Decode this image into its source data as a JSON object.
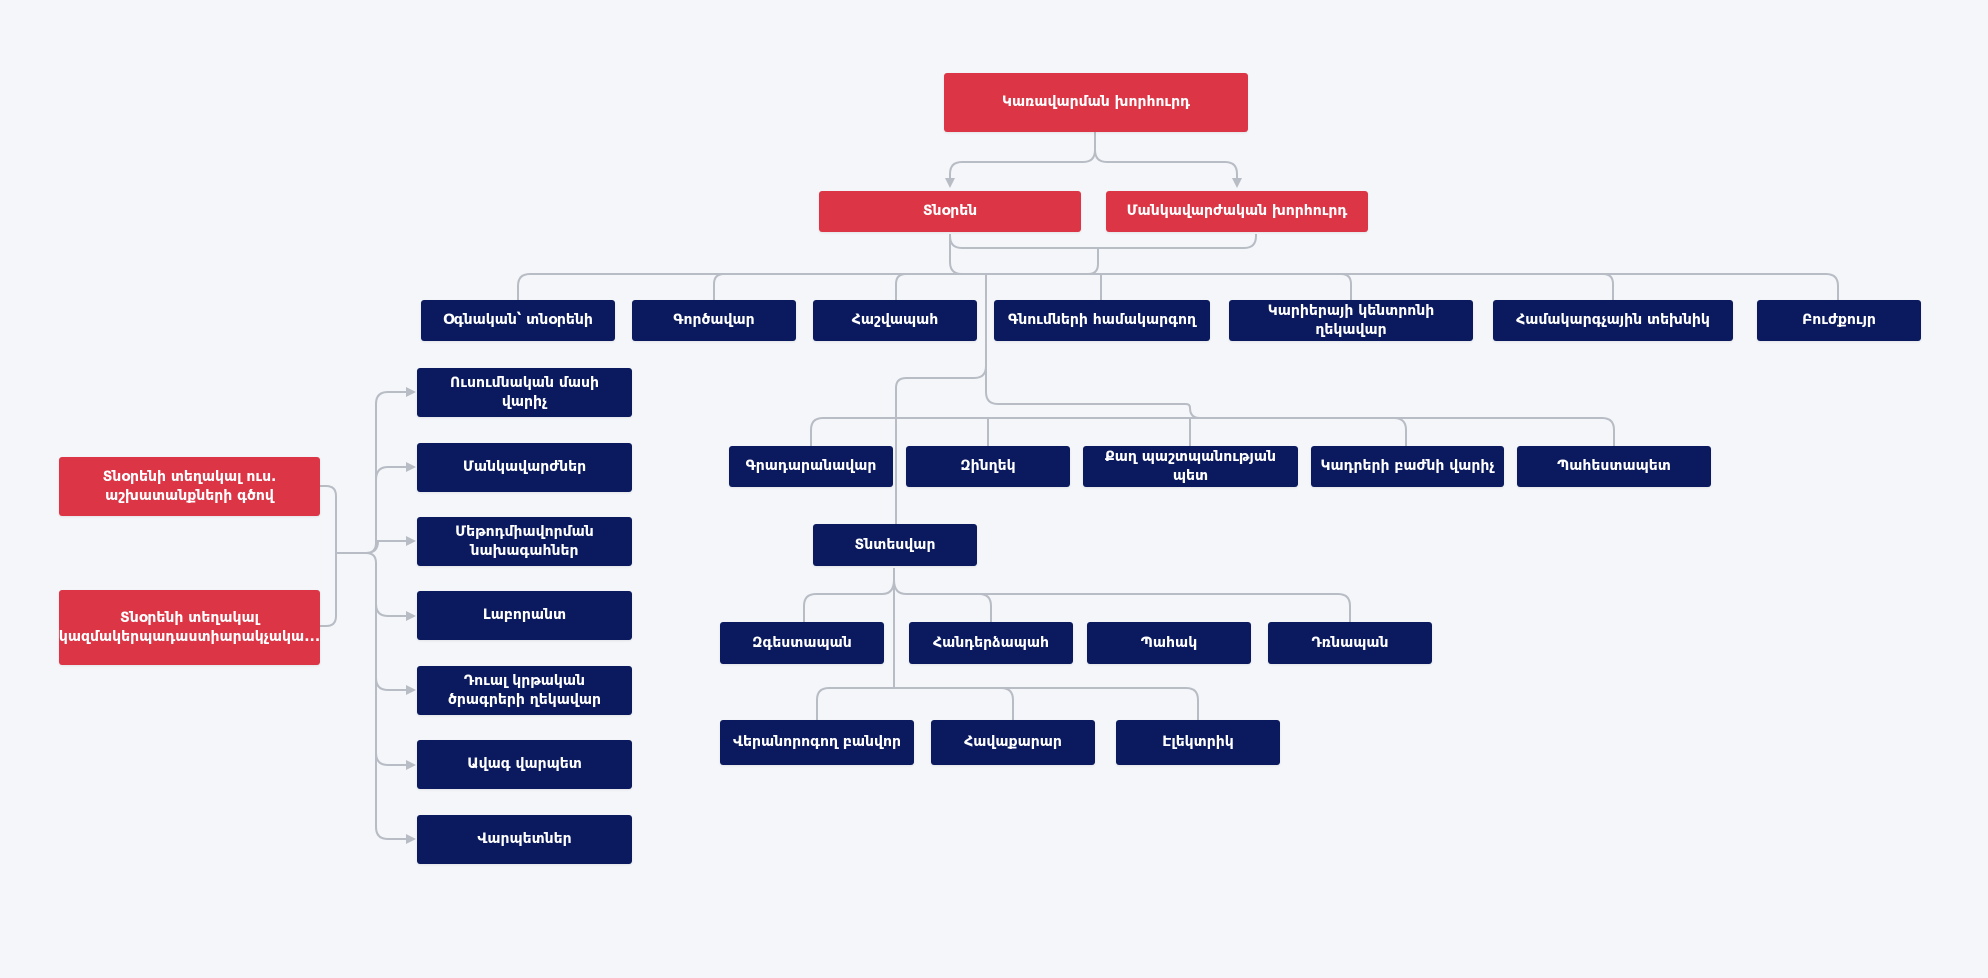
{
  "colors": {
    "red": "#dc3545",
    "navy": "#0b1a5e",
    "connector": "#b8bcc4",
    "background": "#f4f6fa"
  },
  "org": {
    "board": "Կառավարման խորհուրդ",
    "director": "Տնօրեն",
    "pedagogical_council": "Մանկավարժական խորհուրդ",
    "row2": {
      "assistant_director": "Օգնական՝ տնօրենի",
      "office_manager": "Գործավար",
      "accountant": "Հաշվապահ",
      "procurement_coordinator": "Գնումների համակարգող",
      "career_center_head": "Կարիերայի կենտրոնի ղեկավար",
      "it_technician": "Համակարգչային տեխնիկ",
      "nurse": "Բուժքույր"
    },
    "row3": {
      "librarian": "Գրադարանավար",
      "military_instructor": "Զինղեկ",
      "civil_defense_head": "Քաղ պաշտպանության պետ",
      "hr_head": "Կադրերի բաժնի վարիչ",
      "guard_chief": "Պահեստապետ"
    },
    "housekeeper": "Տնտեսվար",
    "row4": {
      "garderobe": "Զգեստապան",
      "cleaner": "Հանդերձապահ",
      "watchman": "Պահակ",
      "janitor": "Դռնապան"
    },
    "row5": {
      "repair_worker": "Վերանորոգող բանվոր",
      "cleaner2": "Հավաքարար",
      "electrician": "Էլեկտրիկ"
    },
    "deputy_educational": "Տնօրենի տեղակալ ուս. աշխատանքների գծով",
    "deputy_organizational": "Տնօրենի տեղակալ կազմակերպադաստիարակչակա...",
    "left_column": {
      "head_of_studies": "Ուսումնական մասի վարիչ",
      "teachers": "Մանկավարժներ",
      "methodologists": "Մեթոդմիավորման նախագահներ",
      "lab_assistant": "Լաբորանտ",
      "extracurricular_head": "Դուալ կրթական ծրագրերի ղեկավար",
      "senior_foreman": "Ավագ վարպետ",
      "foremen": "Վարպետներ"
    }
  }
}
